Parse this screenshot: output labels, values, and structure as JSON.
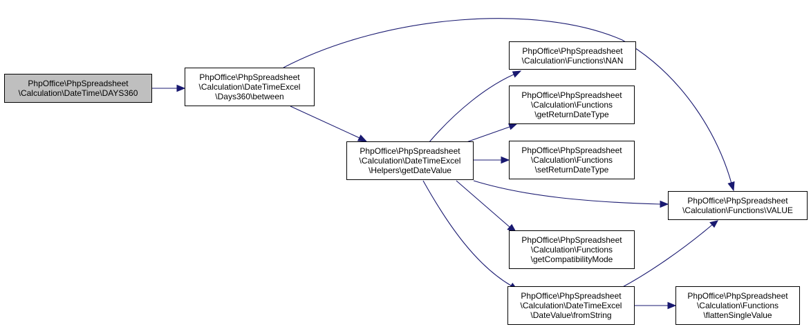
{
  "nodes": {
    "days360": {
      "lines": [
        "PhpOffice\\PhpSpreadsheet",
        "\\Calculation\\DateTime\\DAYS360"
      ]
    },
    "between": {
      "lines": [
        "PhpOffice\\PhpSpreadsheet",
        "\\Calculation\\DateTimeExcel",
        "\\Days360\\between"
      ]
    },
    "get_date_value": {
      "lines": [
        "PhpOffice\\PhpSpreadsheet",
        "\\Calculation\\DateTimeExcel",
        "\\Helpers\\getDateValue"
      ]
    },
    "nan": {
      "lines": [
        "PhpOffice\\PhpSpreadsheet",
        "\\Calculation\\Functions\\NAN"
      ]
    },
    "get_return_date_type": {
      "lines": [
        "PhpOffice\\PhpSpreadsheet",
        "\\Calculation\\Functions",
        "\\getReturnDateType"
      ]
    },
    "set_return_date_type": {
      "lines": [
        "PhpOffice\\PhpSpreadsheet",
        "\\Calculation\\Functions",
        "\\setReturnDateType"
      ]
    },
    "value": {
      "lines": [
        "PhpOffice\\PhpSpreadsheet",
        "\\Calculation\\Functions\\VALUE"
      ]
    },
    "get_compatibility_mode": {
      "lines": [
        "PhpOffice\\PhpSpreadsheet",
        "\\Calculation\\Functions",
        "\\getCompatibilityMode"
      ]
    },
    "from_string": {
      "lines": [
        "PhpOffice\\PhpSpreadsheet",
        "\\Calculation\\DateTimeExcel",
        "\\DateValue\\fromString"
      ]
    },
    "flatten_single_value": {
      "lines": [
        "PhpOffice\\PhpSpreadsheet",
        "\\Calculation\\Functions",
        "\\flattenSingleValue"
      ]
    }
  },
  "edges": [
    {
      "from": "days360",
      "to": "between"
    },
    {
      "from": "between",
      "to": "get_date_value"
    },
    {
      "from": "between",
      "to": "value"
    },
    {
      "from": "get_date_value",
      "to": "nan"
    },
    {
      "from": "get_date_value",
      "to": "get_return_date_type"
    },
    {
      "from": "get_date_value",
      "to": "set_return_date_type"
    },
    {
      "from": "get_date_value",
      "to": "value"
    },
    {
      "from": "get_date_value",
      "to": "get_compatibility_mode"
    },
    {
      "from": "get_date_value",
      "to": "from_string"
    },
    {
      "from": "from_string",
      "to": "value"
    },
    {
      "from": "from_string",
      "to": "flatten_single_value"
    }
  ],
  "colors": {
    "edge": "#191970",
    "root_fill": "#bfbfbf",
    "node_fill": "#ffffff",
    "node_border": "#000000"
  }
}
